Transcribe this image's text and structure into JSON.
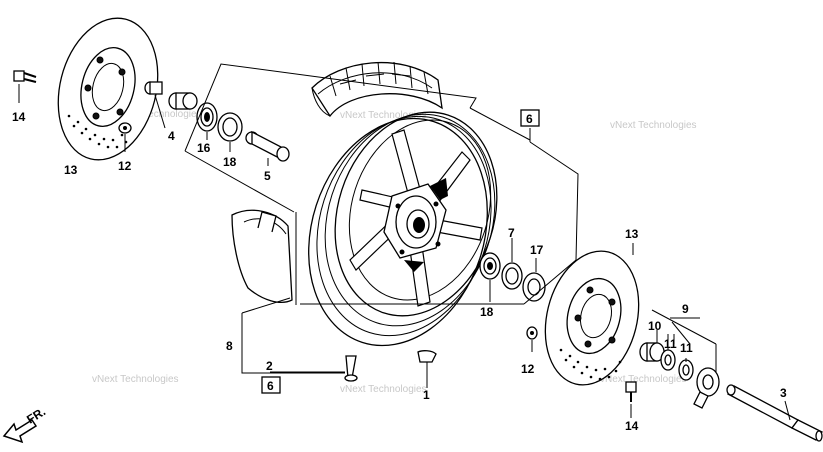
{
  "diagram": {
    "callouts": {
      "c14_top": "14",
      "c13_left": "13",
      "c12_left": "12",
      "c4": "4",
      "c16": "16",
      "c18_top": "18",
      "c5": "5",
      "c6_top": "6",
      "c7": "7",
      "c17": "17",
      "c18_bottom": "18",
      "c8": "8",
      "c2": "2",
      "c6_bottom": "6",
      "c1": "1",
      "c12_right": "12",
      "c13_right": "13",
      "c9": "9",
      "c10": "10",
      "c11_a": "11",
      "c11_b": "11",
      "c14_bottom": "14",
      "c3": "3"
    },
    "direction_label": "FR.",
    "watermarks": {
      "w1": "vNext Technologies",
      "w2": "vNext Technologies",
      "w3": "vNext Technologies",
      "w4": "vNext Technologies",
      "w5": "vNext Technologies",
      "w6": "vNext Technologies"
    }
  }
}
